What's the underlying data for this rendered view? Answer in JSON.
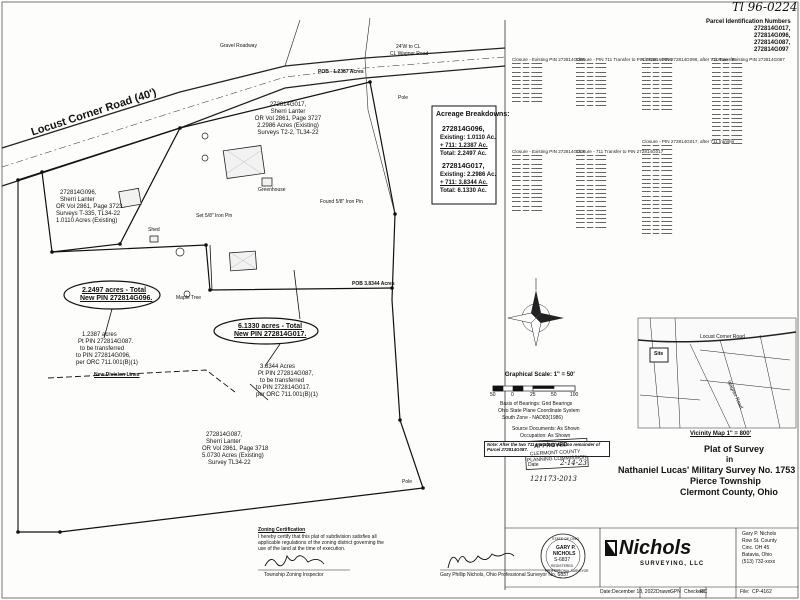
{
  "header": {
    "sheet_no": "Tl 96-0224",
    "pin_label": "Parcel Identification Numbers",
    "pins": [
      "272814G017,",
      "272814G096,",
      "272814G087,",
      "272814G097"
    ]
  },
  "roads": {
    "main": "Locust Corner Road (40')",
    "gravel": "Gravel Roadway",
    "cl_label": "CL Wagner Road",
    "row_label": "24'W to CL"
  },
  "parcels": {
    "p017": {
      "id": "272814G017,",
      "owner": "Sherri Lanter",
      "book": "OR Vol 2861, Page 3727",
      "acres": "2.2986 Acres (Existing)",
      "survey": "Surveys T2-2, TL34-22"
    },
    "p096": {
      "id": "272814G096,",
      "owner": "Sherri Lanter",
      "book": "OR Vol 2861, Page 3723",
      "acres": "Surveys T-335, TL34-22",
      "survey": "1.0110 Acres (Existing)"
    },
    "p087": {
      "id": "272814G087,",
      "owner": "Sherri Lanter",
      "book": "OR Vol 2861, Page 3718",
      "acres": "5.0730 Acres (Existing)",
      "survey": "Survey TL34-22"
    }
  },
  "callouts": {
    "total_096": [
      "2.2497 acres - Total",
      "New PIN 272814G096."
    ],
    "transfer_096": [
      "1.2387 acres",
      "Pt PIN 272814G087.",
      "to be transferred",
      "to PIN 272814G096,",
      "per ORC 711.001(B)(1)"
    ],
    "division_line": "New Division Lines",
    "total_017": [
      "6.1330 acres - Total",
      "New PIN 272814G017."
    ],
    "transfer_017": [
      "3.8344 Acres",
      "Pt PIN 272814G087,",
      "to be transferred",
      "to PIN 272814G017.",
      "per ORC 711.001(B)(1)"
    ]
  },
  "acreage": {
    "title": "Acreage Breakdowns:",
    "g096_title": "272814G096,",
    "g096": [
      "Existing: 1.0110 Ac.",
      "+ 711: 1.2387 Ac.",
      "Total: 2.2497 Ac."
    ],
    "g017_title": "272814G017,",
    "g017": [
      "Existing: 2.2986 Ac.",
      "+ 711: 3.8344 Ac.",
      "Total: 6.1330 Ac."
    ]
  },
  "map_labels": {
    "iron_pin_set": "Set 5/8\" Iron Pin",
    "iron_pin_found": "Found 5/8\" Iron Pin",
    "pole": "Pole",
    "shed": "Shed",
    "greenhouse": "Greenhouse",
    "pob_1": "POB - 1.2387 Acres",
    "pob_2": "POB 3.8344 Acres",
    "maple": "Maple Tree"
  },
  "scale": {
    "label": "Graphical Scale: 1\" = 50'",
    "ticks": [
      "50",
      "0",
      "25",
      "50",
      "100"
    ],
    "basis": [
      "Basis of Bearings: Grid Bearings",
      "Ohio State Plane Coordinate System",
      "South Zone - NAD83(1986)"
    ],
    "source": "Source Documents: As Shown",
    "occupation": "Occupation: As Shown"
  },
  "note": "Note: After the two 711 transfers, with no remainder of Parcel 272814G087.",
  "stamp": {
    "lines": [
      "APPROVED",
      "CLERMONT COUNTY",
      "PLANNING COMMISSION"
    ],
    "date_label": "Date",
    "date": "2-14-23"
  },
  "handwritten_id": "121173-2013",
  "vicinity": {
    "road1": "Locust Corner Road",
    "road2": "Wagner Road",
    "label": "Vicinity Map 1\" = 800'",
    "site": "Site"
  },
  "title": {
    "line1": "Plat of Survey",
    "line2": "in",
    "line3": "Nathaniel Lucas' Military Survey No. 1753",
    "line4": "Pierce Township",
    "line5": "Clermont County, Ohio"
  },
  "zoning": {
    "title": "Zoning Certification",
    "text": [
      "I hereby certify that this plat of subdivision satisfies all",
      "applicable regulations of the zoning district governing the",
      "use of the land at the time of execution."
    ],
    "sig_label": "Township Zoning Inspector"
  },
  "surveyor": {
    "sig_label": "Gary Phillip Nichols, Ohio Professional Surveyor No. 6837",
    "seal": [
      "STATE OF OHIO",
      "GARY P.",
      "NICHOLS",
      "S-6837",
      "REGISTERED",
      "PROFESSIONAL SURVEYOR"
    ]
  },
  "company": {
    "name": "Nichols",
    "sub": "SURVEYING, LLC",
    "contact": [
      "Gary P. Nichols",
      "Row St. County",
      "Cinc. OH 45",
      "Batavia, Ohio",
      "(513) 732-xxxx"
    ]
  },
  "footer": {
    "date_label": "Date:",
    "date": "December 18, 2022",
    "drawn_label": "Drawn:",
    "drawn": "GPN",
    "checked_label": "Checked:",
    "checked": "RC",
    "file_label": "File:",
    "file": "CP-4162"
  },
  "tables": [
    {
      "title": "Closure - Existing PIN 272814G096",
      "rows": 10
    },
    {
      "title": "Closure - PIN 711 Transfer to PIN 272814G096",
      "rows": 11
    },
    {
      "title": "Closure - PIN 272814G096, after 711 Transfer",
      "rows": 12
    },
    {
      "title": "Closure - Existing PIN 272814G017",
      "rows": 14
    },
    {
      "title": "Closure - 711 Transfer to PIN 272814G017",
      "rows": 18
    },
    {
      "title": "Closure - PIN 272814G017, after 711 transfer",
      "rows": 22
    },
    {
      "title": "Closure - Existing PIN 272814G087",
      "rows": 20
    }
  ]
}
